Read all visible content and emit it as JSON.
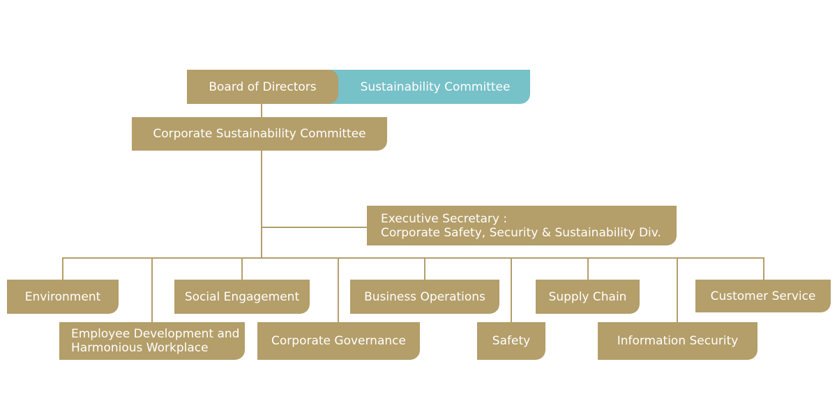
{
  "diagram": {
    "board": "Board of Directors",
    "sustainability_committee": "Sustainability Committee",
    "corporate_committee": "Corporate Sustainability Committee",
    "executive_secretary": {
      "line1": "Executive Secretary :",
      "line2": "Corporate Safety, Security & Sustainability Div."
    },
    "working_groups": {
      "environment": "Environment",
      "employee_development": {
        "line1": "Employee Development and",
        "line2": "Harmonious Workplace"
      },
      "social_engagement": "Social Engagement",
      "corporate_governance": "Corporate Governance",
      "business_operations": "Business Operations",
      "safety": "Safety",
      "supply_chain": "Supply Chain",
      "information_security": "Information Security",
      "customer_service": "Customer Service"
    }
  },
  "colors": {
    "gold": "#b49e69",
    "teal": "#77c1c8",
    "text": "#ffffff"
  }
}
